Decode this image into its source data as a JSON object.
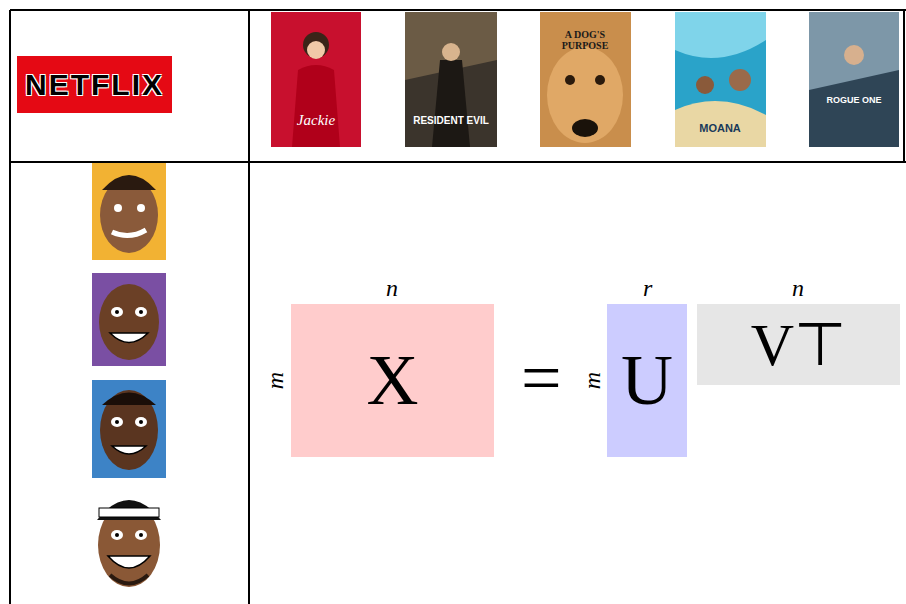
{
  "diagram": {
    "nodes": [
      {
        "text": [
          "NETFLIX"
        ]
      },
      {
        "text": [
          "X"
        ]
      },
      {
        "text": [
          "U"
        ]
      },
      {
        "text": [
          "V⊤"
        ]
      }
    ],
    "labels": [
      "Jackie",
      "RESIDENT EVIL",
      "A DOG'S PURPOSE",
      "MOANA",
      "ROGUE ONE",
      "n",
      "m",
      "=",
      "r",
      "m",
      "n"
    ]
  }
}
